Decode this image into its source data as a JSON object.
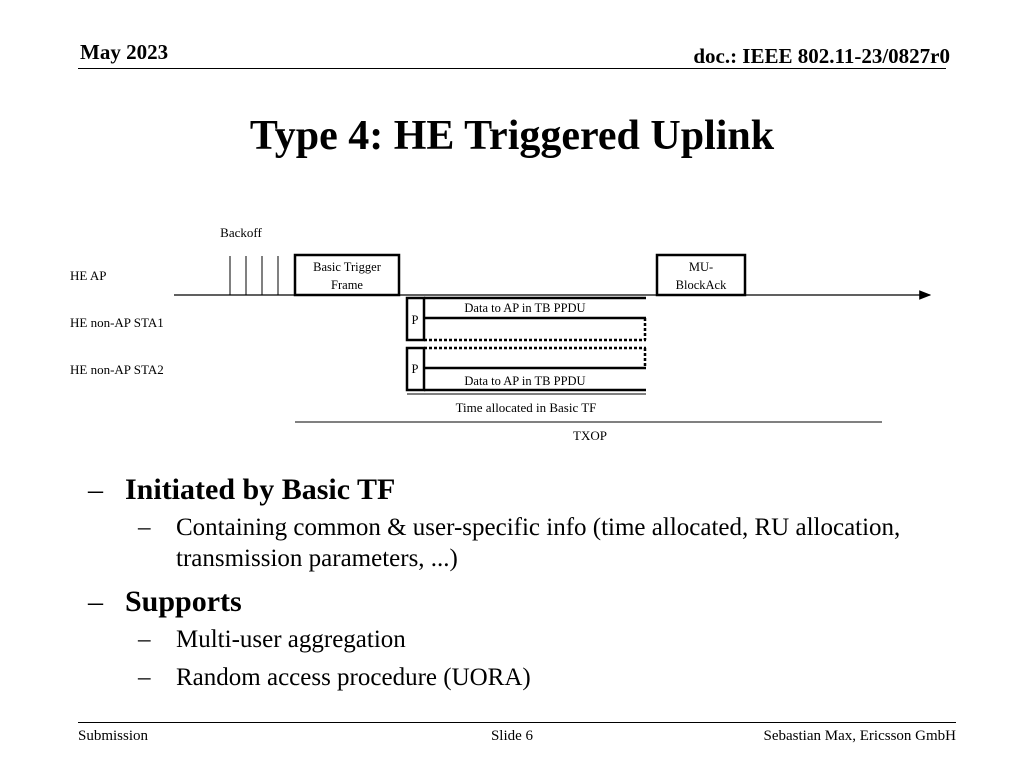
{
  "header": {
    "date": "May 2023",
    "doc": "doc.: IEEE 802.11-23/0827r0"
  },
  "title": "Type 4: HE Triggered Uplink",
  "diagram": {
    "backoff_label": "Backoff",
    "rows": [
      "HE AP",
      "HE non-AP STA1",
      "HE non-AP STA2"
    ],
    "trigger_frame": [
      "Basic Trigger",
      "Frame"
    ],
    "mu_blockack": [
      "MU-",
      "BlockAck"
    ],
    "preamble": "P",
    "data_frame": "Data to AP in TB PPDU",
    "time_allocated": "Time allocated in Basic TF",
    "txop": "TXOP"
  },
  "bullets": [
    {
      "text": "Initiated by Basic TF",
      "sub": [
        "Containing common & user-specific info (time allocated, RU allocation, transmission parameters, ...)"
      ]
    },
    {
      "text": "Supports",
      "sub": [
        "Multi-user aggregation",
        "Random access procedure (UORA)"
      ]
    }
  ],
  "footer": {
    "left": "Submission",
    "center": "Slide 6",
    "right": "Sebastian Max, Ericsson GmbH"
  }
}
